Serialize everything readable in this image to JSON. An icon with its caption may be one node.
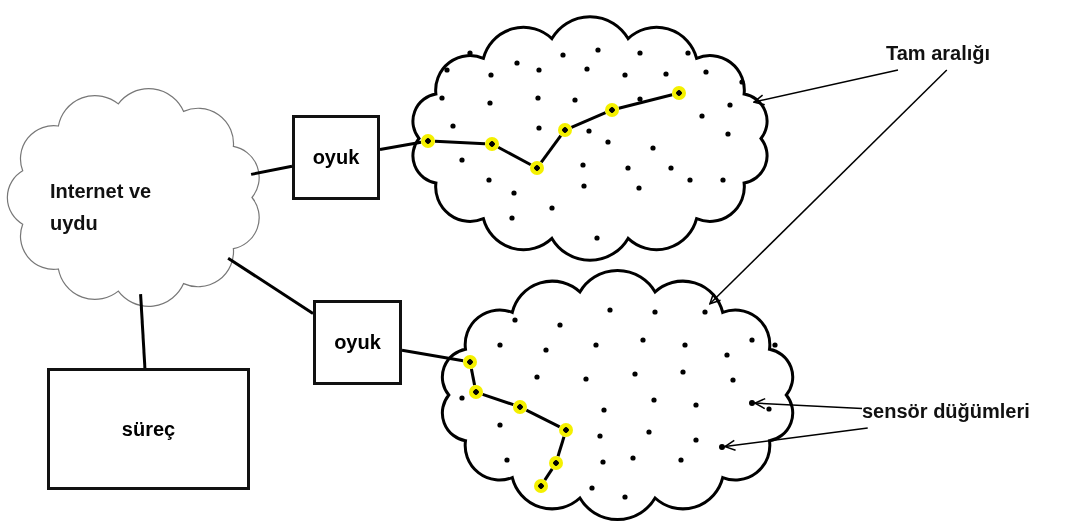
{
  "diagram": {
    "nodes": [
      {
        "text": [
          "Internet ve uydu"
        ]
      },
      {
        "text": [
          "oyuk"
        ]
      },
      {
        "text": [
          "oyuk"
        ]
      },
      {
        "text": [
          "süreç"
        ]
      },
      {
        "text": [],
        "shape": "cloud"
      },
      {
        "text": [],
        "shape": "circle",
        "in": 4
      },
      {
        "text": [],
        "shape": "circle",
        "in": 4
      },
      {
        "text": [],
        "shape": "circle",
        "in": 4
      },
      {
        "text": [],
        "shape": "circle",
        "in": 4
      },
      {
        "text": [],
        "shape": "circle",
        "in": 4
      },
      {
        "text": [],
        "shape": "circle",
        "in": 4
      },
      {
        "text": [],
        "shape": "cloud"
      },
      {
        "text": [],
        "shape": "circle",
        "in": 11
      },
      {
        "text": [],
        "shape": "circle",
        "in": 11
      },
      {
        "text": [],
        "shape": "circle",
        "in": 11
      },
      {
        "text": [],
        "shape": "circle",
        "in": 11
      },
      {
        "text": [],
        "shape": "circle",
        "in": 11
      },
      {
        "text": [],
        "shape": "circle",
        "in": 11
      },
      {
        "text": [
          "Tam aralığı"
        ]
      },
      {
        "text": [
          "sensör düğümleri"
        ]
      },
      {
        "text": [],
        "shape": "circle",
        "in": 11
      },
      {
        "text": [],
        "shape": "circle",
        "in": 11
      }
    ],
    "edges": [
      {
        "from": 0,
        "to": 1,
        "arrow": "none"
      },
      {
        "from": 0,
        "to": 2,
        "arrow": "none"
      },
      {
        "from": 0,
        "to": 3,
        "arrow": "none"
      },
      {
        "from": 1,
        "to": 5,
        "arrow": "none"
      },
      {
        "from": 5,
        "to": 6,
        "arrow": "none"
      },
      {
        "from": 6,
        "to": 7,
        "arrow": "none"
      },
      {
        "from": 7,
        "to": 8,
        "arrow": "none"
      },
      {
        "from": 8,
        "to": 9,
        "arrow": "none"
      },
      {
        "from": 9,
        "to": 10,
        "arrow": "none"
      },
      {
        "from": 2,
        "to": 12,
        "arrow": "none"
      },
      {
        "from": 12,
        "to": 13,
        "arrow": "none"
      },
      {
        "from": 13,
        "to": 14,
        "arrow": "none"
      },
      {
        "from": 14,
        "to": 15,
        "arrow": "none"
      },
      {
        "from": 15,
        "to": 16,
        "arrow": "none"
      },
      {
        "from": 16,
        "to": 17,
        "arrow": "none"
      },
      {
        "from": 18,
        "to": 4,
        "arrow": "to"
      },
      {
        "from": 18,
        "to": 11,
        "arrow": "to"
      },
      {
        "from": 19,
        "to": 20,
        "arrow": "to"
      },
      {
        "from": 19,
        "to": 21,
        "arrow": "to"
      }
    ]
  }
}
